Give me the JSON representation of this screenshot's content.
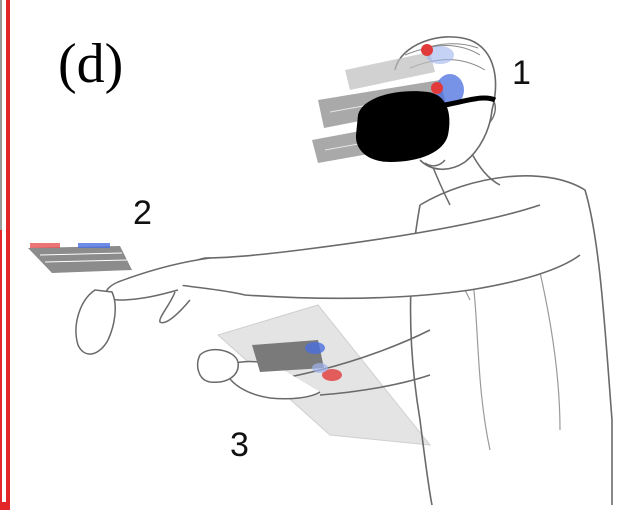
{
  "figure": {
    "panel_label": "(d)",
    "callouts": [
      "1",
      "2",
      "3"
    ],
    "colors": {
      "frame_red": "#e3262a",
      "marker_red": "#e23a3a",
      "marker_blue": "#4a6fe0",
      "panel_gray": "#8c8c8c",
      "headset_black": "#000000"
    }
  }
}
